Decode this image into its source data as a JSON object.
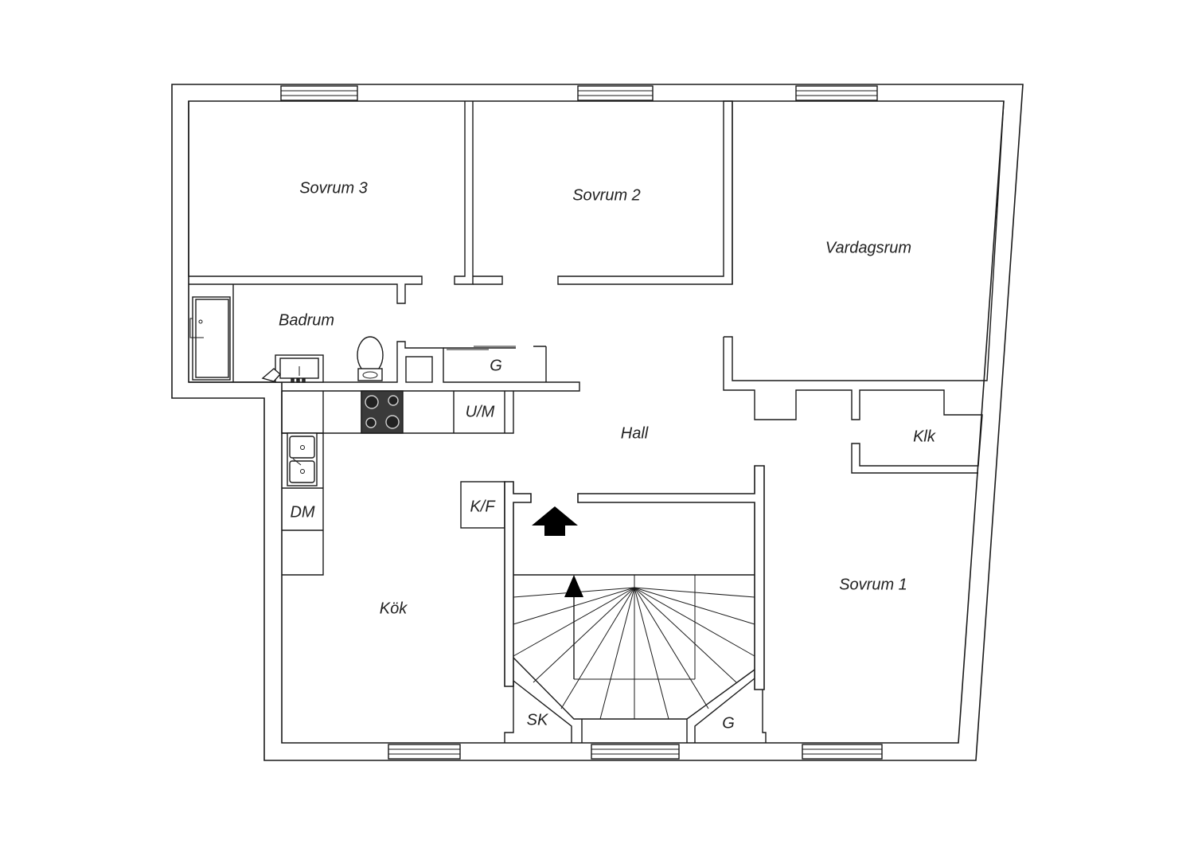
{
  "rooms": {
    "sovrum3": "Sovrum 3",
    "sovrum2": "Sovrum 2",
    "vardagsrum": "Vardagsrum",
    "badrum": "Badrum",
    "hall": "Hall",
    "klk": "Klk",
    "kok": "Kök",
    "sovrum1": "Sovrum 1"
  },
  "fixtures": {
    "g_upper": "G",
    "um": "U/M",
    "dm": "DM",
    "kf": "K/F",
    "sk": "SK",
    "g_lower": "G"
  }
}
